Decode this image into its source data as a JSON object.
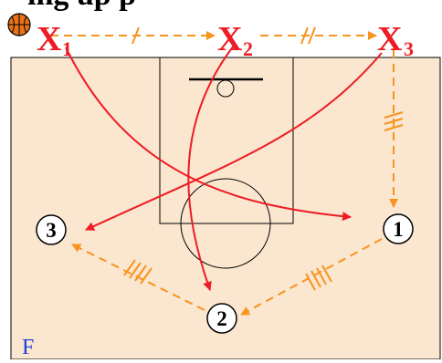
{
  "title": "ing up p",
  "colors": {
    "court": "#fbe6d0",
    "court_line": "#000000",
    "red": "#ee1c24",
    "orange": "#f7941d",
    "blue_letter": "#1f3fd8"
  },
  "labels": {
    "x1": {
      "main": "X",
      "sub": "1"
    },
    "x2": {
      "main": "X",
      "sub": "2"
    },
    "x3": {
      "main": "X",
      "sub": "3"
    },
    "p1": "1",
    "p2": "2",
    "p3": "3",
    "corner": "F"
  },
  "icons": [
    "basketball-icon"
  ]
}
